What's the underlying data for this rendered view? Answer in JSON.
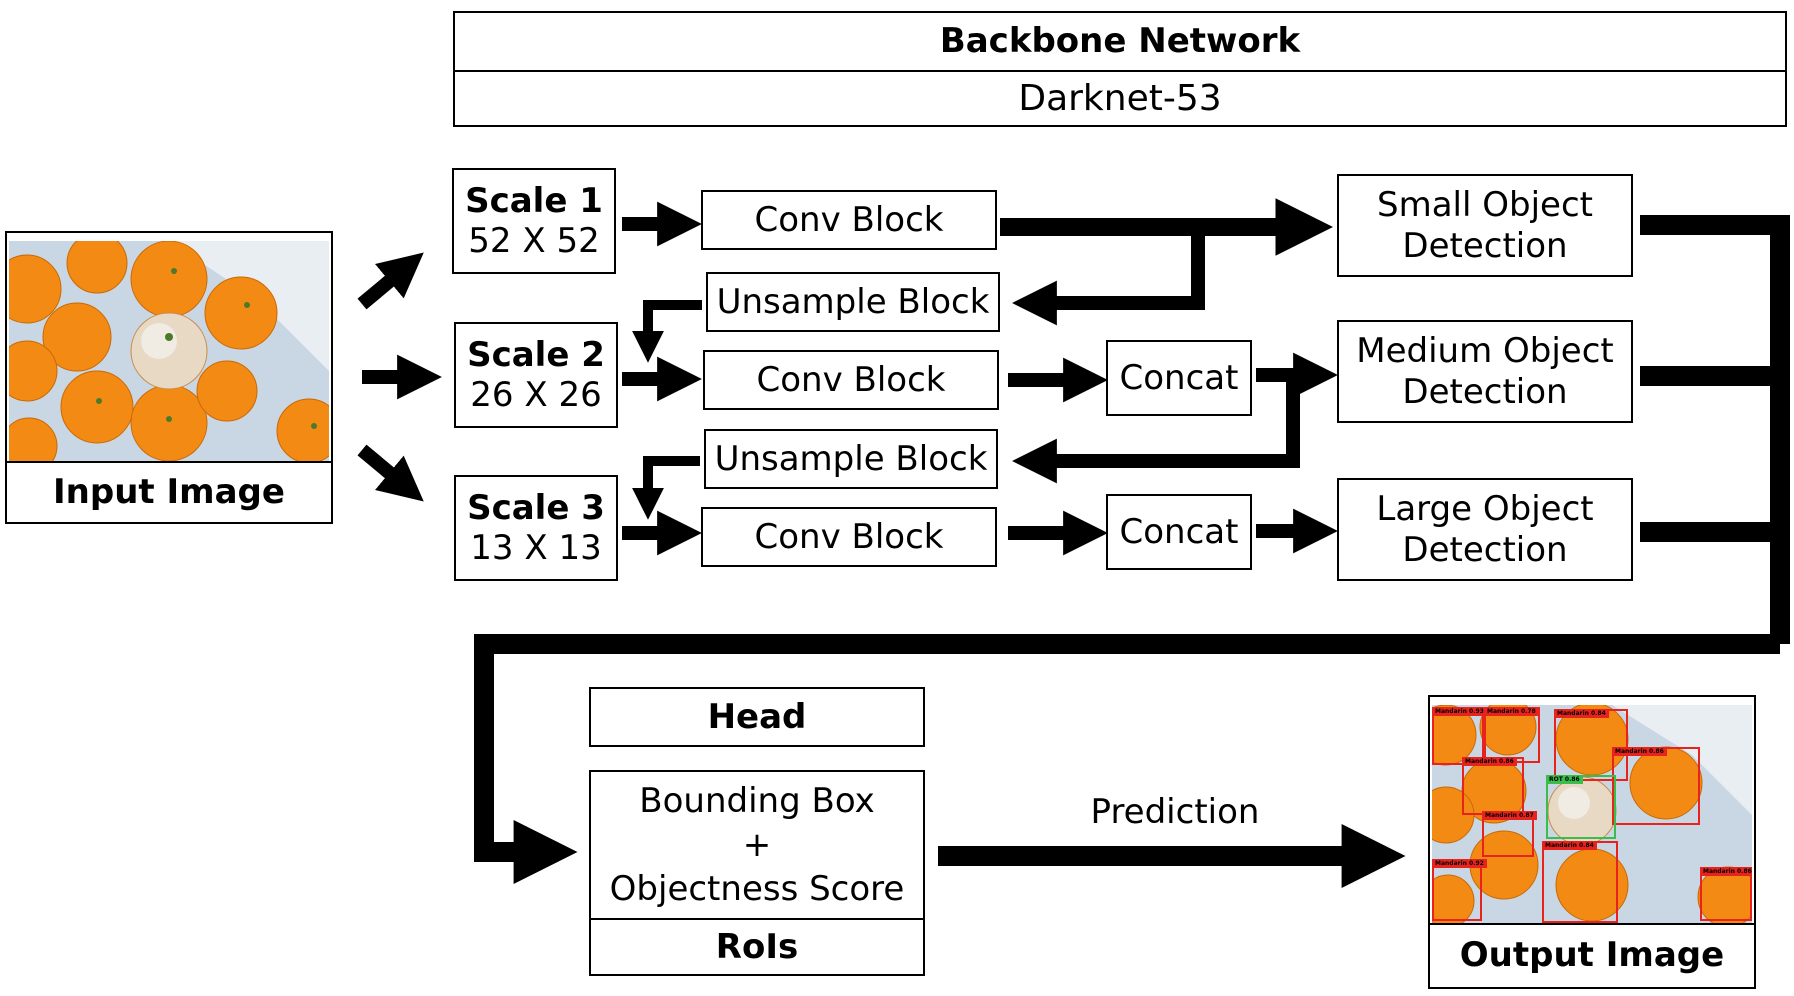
{
  "backbone": {
    "title": "Backbone Network",
    "subtitle": "Darknet-53"
  },
  "input": {
    "label": "Input Image"
  },
  "output": {
    "label": "Output Image"
  },
  "scales": [
    {
      "name": "Scale 1",
      "size": "52 X 52"
    },
    {
      "name": "Scale 2",
      "size": "26 X 26"
    },
    {
      "name": "Scale 3",
      "size": "13 X 13"
    }
  ],
  "blocks": {
    "conv1": "Conv Block",
    "upsample1": "Unsample Block",
    "conv2": "Conv Block",
    "upsample2": "Unsample Block",
    "conv3": "Conv Block",
    "concat1": "Concat",
    "concat2": "Concat"
  },
  "detections": {
    "small": [
      "Small Object",
      "Detection"
    ],
    "medium": [
      "Medium Object",
      "Detection"
    ],
    "large": [
      "Large Object",
      "Detection"
    ]
  },
  "head": {
    "title": "Head",
    "line1": "Bounding Box",
    "plus": "+",
    "line2": "Objectness Score",
    "rois": "RoIs"
  },
  "prediction": "Prediction",
  "output_boxes": {
    "mandarin_labels": [
      "Mandarin 0.93",
      "Mandarin 0.78",
      "Mandarin 0.84",
      "Mandarin 0.86",
      "Mandarin 0.86",
      "Mandarin 0.87",
      "Mandarin 0.84",
      "Mandarin 0.92",
      "Mandarin 0.86"
    ],
    "rot_label": "ROT 0.86"
  },
  "colors": {
    "orange": "#f28a14",
    "background": "#c9d6e3",
    "box_red": "#e8231d",
    "box_green": "#3bbd4b"
  }
}
